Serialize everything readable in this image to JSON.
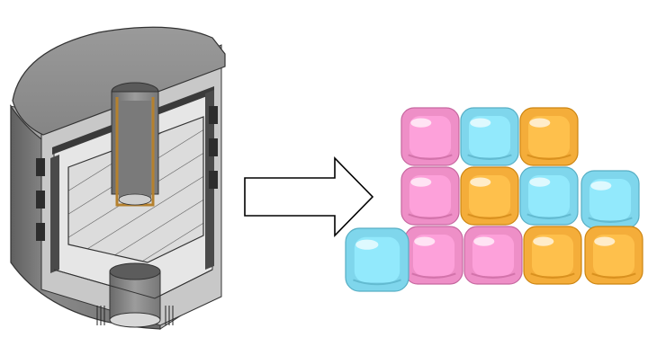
{
  "figure": {
    "left_panel": {
      "icon": "cylinder-cutaway-icon",
      "description_visible": false
    },
    "arrow": {
      "icon": "right-arrow-outline-icon",
      "direction": "right"
    },
    "right_panel": {
      "icon": "ice-cube-stack-icon",
      "colors": {
        "pink": "#ee8fc7",
        "blue": "#7fd6ec",
        "orange": "#f4ad3a"
      },
      "grid": [
        [
          "pink",
          "blue",
          "orange",
          null
        ],
        [
          "pink",
          "orange",
          "blue",
          "blue"
        ],
        [
          "pink",
          "pink",
          "orange",
          "orange"
        ]
      ],
      "loose_cube": "blue"
    }
  }
}
